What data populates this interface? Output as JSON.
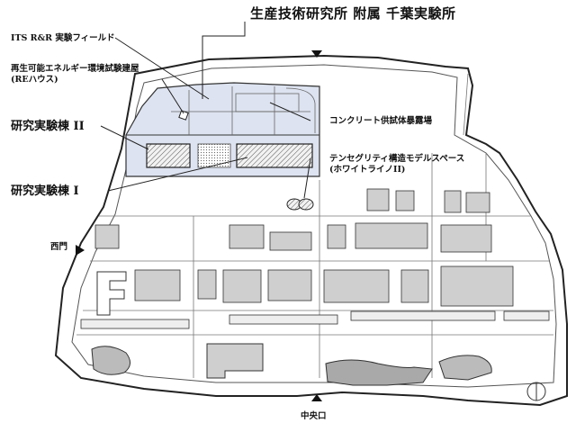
{
  "title": "生産技術研究所 附属 千葉実験所",
  "labels": {
    "its_field": "ITS R&R 実験フィールド",
    "re_house_1": "再生可能エネルギー環境試験建屋",
    "re_house_2": "(REハウス)",
    "lab2": "研究実験棟 II",
    "lab1": "研究実験棟 I",
    "concrete": "コンクリート供試体暴露場",
    "tensegrity_1": "テンセグリティ構造モデルスペース",
    "tensegrity_2": "(ホワイトライノII)",
    "west_gate": "西門",
    "central_gate": "中央口"
  },
  "colors": {
    "highlight_zone": "#dde3f0",
    "line": "#222222",
    "building_fill": "#cfcfcf"
  }
}
